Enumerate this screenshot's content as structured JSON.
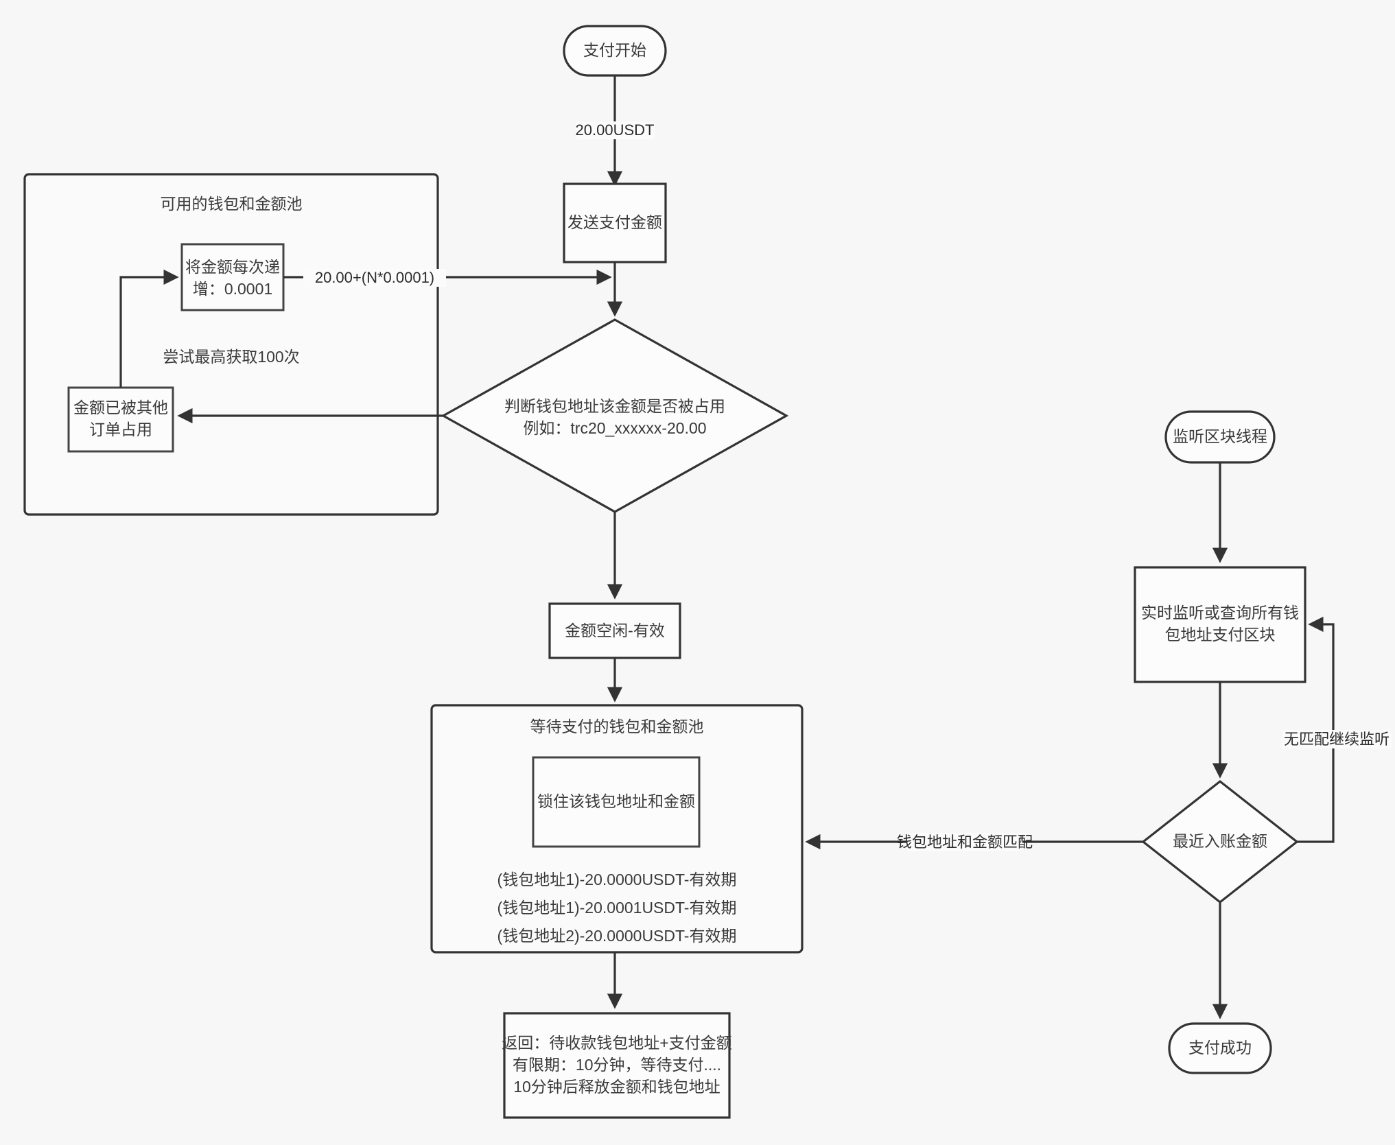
{
  "diagram": {
    "title": "USDT payment amount allocation and blockchain listening flowchart",
    "background_color": "#f7f7f7",
    "node_fill": "#fcfcfc",
    "stroke_color": "#333333",
    "text_color": "#3a3a3a"
  },
  "nodes": {
    "payment_start": {
      "label": "支付开始",
      "shape": "stadium"
    },
    "send_amount": {
      "label": "发送支付金额",
      "shape": "rect"
    },
    "check_occupied": {
      "label_line1": "判断钱包地址该金额是否被占用",
      "label_line2": "例如：trc20_xxxxxx-20.00",
      "shape": "diamond"
    },
    "amount_free": {
      "label": "金额空闲-有效",
      "shape": "rect"
    },
    "return_box": {
      "line1": "返回：待收款钱包地址+支付金额",
      "line2": "有限期：10分钟，等待支付....",
      "line3": "10分钟后释放金额和钱包地址",
      "shape": "rect"
    },
    "listen_thread": {
      "label": "监听区块线程",
      "shape": "stadium"
    },
    "realtime_listen": {
      "line1": "实时监听或查询所有钱",
      "line2": "包地址支付区块",
      "shape": "rect"
    },
    "recent_amount": {
      "label": "最近入账金额",
      "shape": "diamond"
    },
    "payment_success": {
      "label": "支付成功",
      "shape": "stadium"
    }
  },
  "containers": {
    "available_pool": {
      "title": "可用的钱包和金额池",
      "inner_box": {
        "line1": "将金额每次递",
        "line2": "增：0.0001"
      },
      "note": "尝试最高获取100次",
      "occupied_box": {
        "line1": "金额已被其他",
        "line2": "订单占用"
      }
    },
    "waiting_pool": {
      "title": "等待支付的钱包和金额池",
      "lock_box": {
        "label": "锁住该钱包地址和金额"
      },
      "entries": [
        "(钱包地址1)-20.0000USDT-有效期",
        "(钱包地址1)-20.0001USDT-有效期",
        "(钱包地址2)-20.0000USDT-有效期"
      ]
    }
  },
  "edge_labels": {
    "start_to_send": "20.00USDT",
    "increment_to_decision": "20.00+(N*0.0001)",
    "no_match_continue": "无匹配继续监听",
    "wallet_amount_match": "钱包地址和金额匹配"
  }
}
